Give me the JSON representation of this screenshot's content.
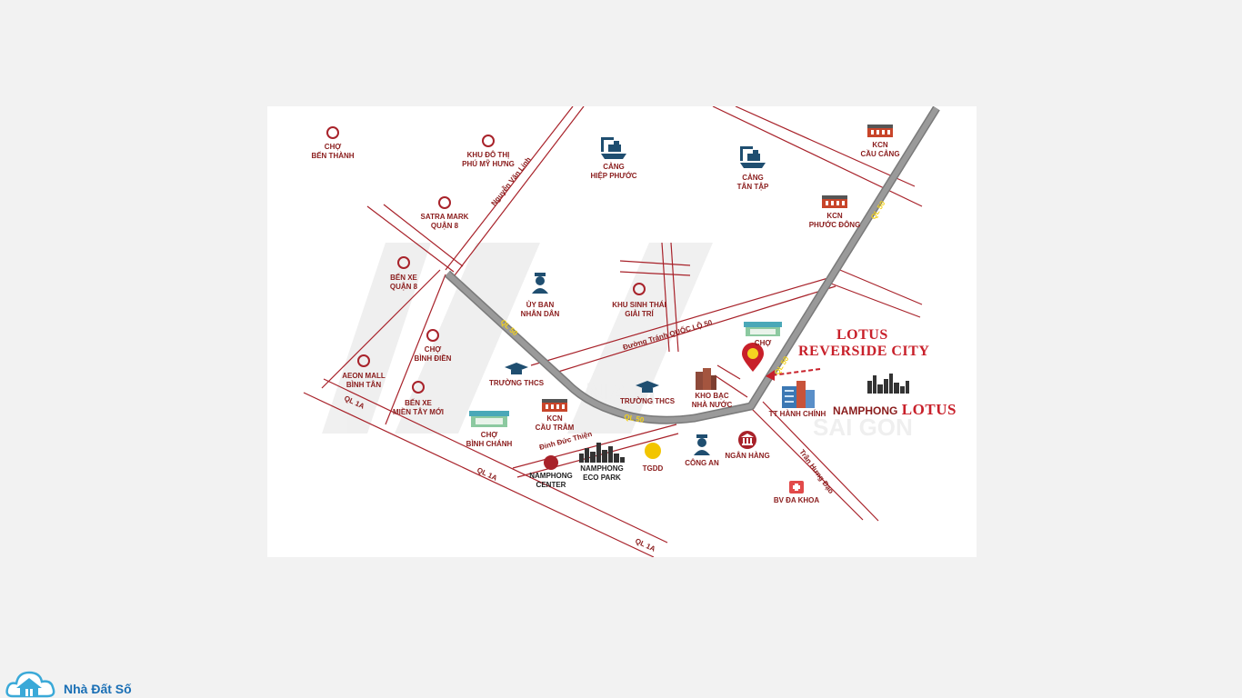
{
  "map": {
    "places": {
      "cho_ben_thanh": "CHỢ\nBẾN THÀNH",
      "khu_do_thi": "KHU ĐÔ THỊ\nPHÚ MỸ HƯNG",
      "satra": "SATRA MARK\nQUẬN 8",
      "ben_xe_q8": "BẾN XE\nQUẬN 8",
      "cho_binh_dien": "CHỢ\nBÌNH ĐIỀN",
      "aeon": "AEON MALL\nBÌNH TÂN",
      "ben_xe_mt": "BẾN XE\nMIỀN TÂY MỚI",
      "cang_hiep_phuoc": "CẢNG\nHIỆP PHƯỚC",
      "cang_tan_tap": "CẢNG\nTÂN TẬP",
      "kcn_cau_cang": "KCN\nCẦU CẢNG",
      "kcn_phuoc_dong": "KCN\nPHƯỚC ĐÔNG",
      "uy_ban": "ỦY BAN\nNHÂN DÂN",
      "khu_sinh_thai": "KHU SINH THÁI\nGIẢI TRÍ",
      "cho": "CHỢ",
      "truong_thcs_1": "TRƯỜNG THCS",
      "truong_thcs_2": "TRƯỜNG THCS",
      "kho_bac": "KHO BẠC\nNHÀ NƯỚC",
      "tt_hanh_chinh": "TT HÀNH CHÍNH",
      "kcn_cau_tram": "KCN\nCẦU TRÂM",
      "cho_binh_chanh": "CHỢ\nBÌNH CHÁNH",
      "namphong_center": "NAMPHONG\nCENTER",
      "namphong_eco": "NAMPHONG\nECO PARK",
      "tgdd": "TGDD",
      "cong_an": "CÔNG AN",
      "ngan_hang": "NGÂN HÀNG",
      "bv_da_khoa": "BV ĐA KHOA"
    },
    "roads": {
      "nguyen_van_linh": "Nguyễn Văn Linh",
      "duong_tranh": "Đường Tránh QUỐC LỘ 50",
      "dinh_duc_thien": "Đinh Đức Thiện",
      "tran_hung_dao": "Trần Hưng Đạo",
      "ql1a": "QL 1A",
      "ql50": "QL 50"
    },
    "project_line1": "LOTUS",
    "project_line2": "REVERSIDE CITY",
    "brand_a": "NAMPHONG",
    "brand_b": "LOTUS",
    "watermark_1": "NAM",
    "watermark_2": "SAI GON"
  },
  "logo": {
    "text": "Nhà Đất Số"
  },
  "colors": {
    "road_red": "#a8222a",
    "highway_gray": "#8e8e8e",
    "highway_label": "#f3d21a",
    "brand_red": "#c8202a",
    "logo_blue": "#1a6fb5"
  }
}
